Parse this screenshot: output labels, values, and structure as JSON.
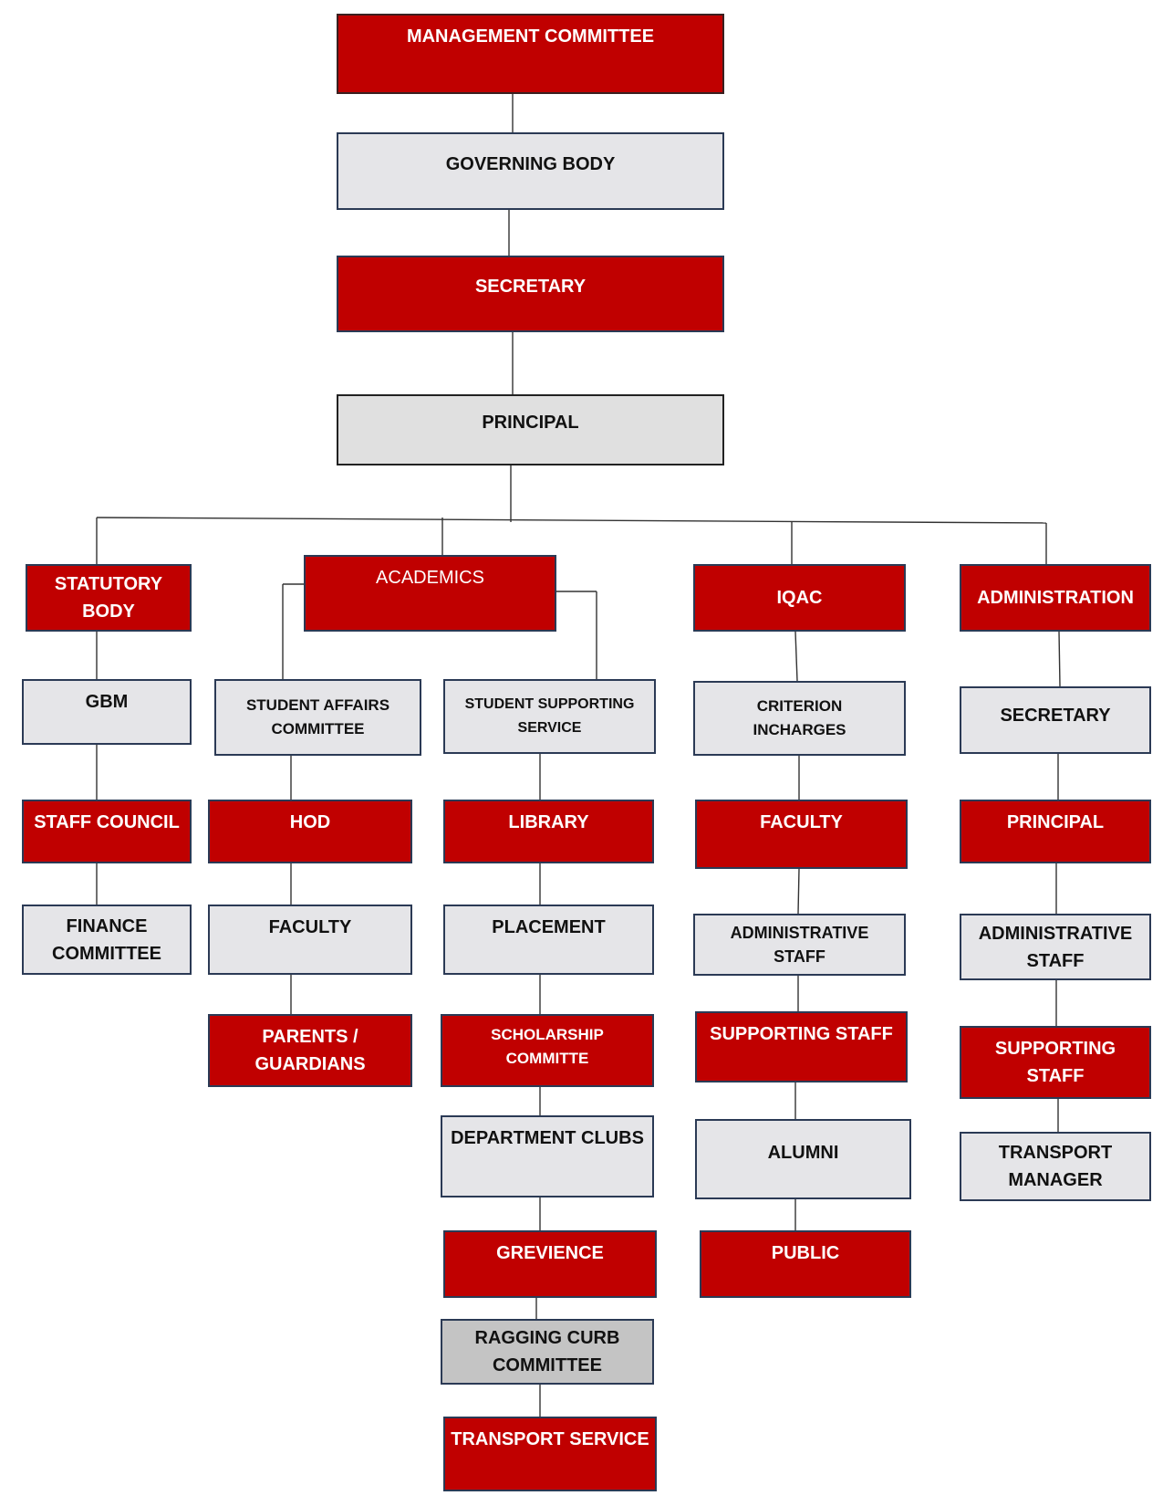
{
  "colors": {
    "red": "#c00000",
    "grey": "#e5e5e8",
    "midgrey": "#c4c4c4",
    "border": "#2b3a55"
  },
  "top_chain": {
    "management_committee": "MANAGEMENT COMMITTEE",
    "governing_body": "GOVERNING BODY",
    "secretary": "SECRETARY",
    "principal": "PRINCIPAL"
  },
  "statutory": {
    "head": "STATUTORY\nBODY",
    "items": [
      "GBM",
      "STAFF COUNCIL",
      "FINANCE\nCOMMITTEE"
    ]
  },
  "academics": {
    "head": "ACADEMICS",
    "student_affairs": {
      "head": "STUDENT AFFAIRS\nCOMMITTEE",
      "items": [
        "HOD",
        "FACULTY",
        "PARENTS /\nGUARDIANS"
      ]
    },
    "student_support": {
      "head": "STUDENT SUPPORTING\nSERVICE",
      "items": [
        "LIBRARY",
        "PLACEMENT",
        "SCHOLARSHIP\nCOMMITTE",
        "DEPARTMENT CLUBS",
        "GREVIENCE",
        "RAGGING CURB\nCOMMITTEE",
        "TRANSPORT SERVICE"
      ]
    }
  },
  "iqac": {
    "head": "IQAC",
    "items": [
      "CRITERION\nINCHARGES",
      "FACULTY",
      "ADMINISTRATIVE\nSTAFF",
      "SUPPORTING STAFF",
      "ALUMNI",
      "PUBLIC"
    ]
  },
  "administration": {
    "head": "ADMINISTRATION",
    "items": [
      "SECRETARY",
      "PRINCIPAL",
      "ADMINISTRATIVE\nSTAFF",
      "SUPPORTING\nSTAFF",
      "TRANSPORT\nMANAGER"
    ]
  }
}
